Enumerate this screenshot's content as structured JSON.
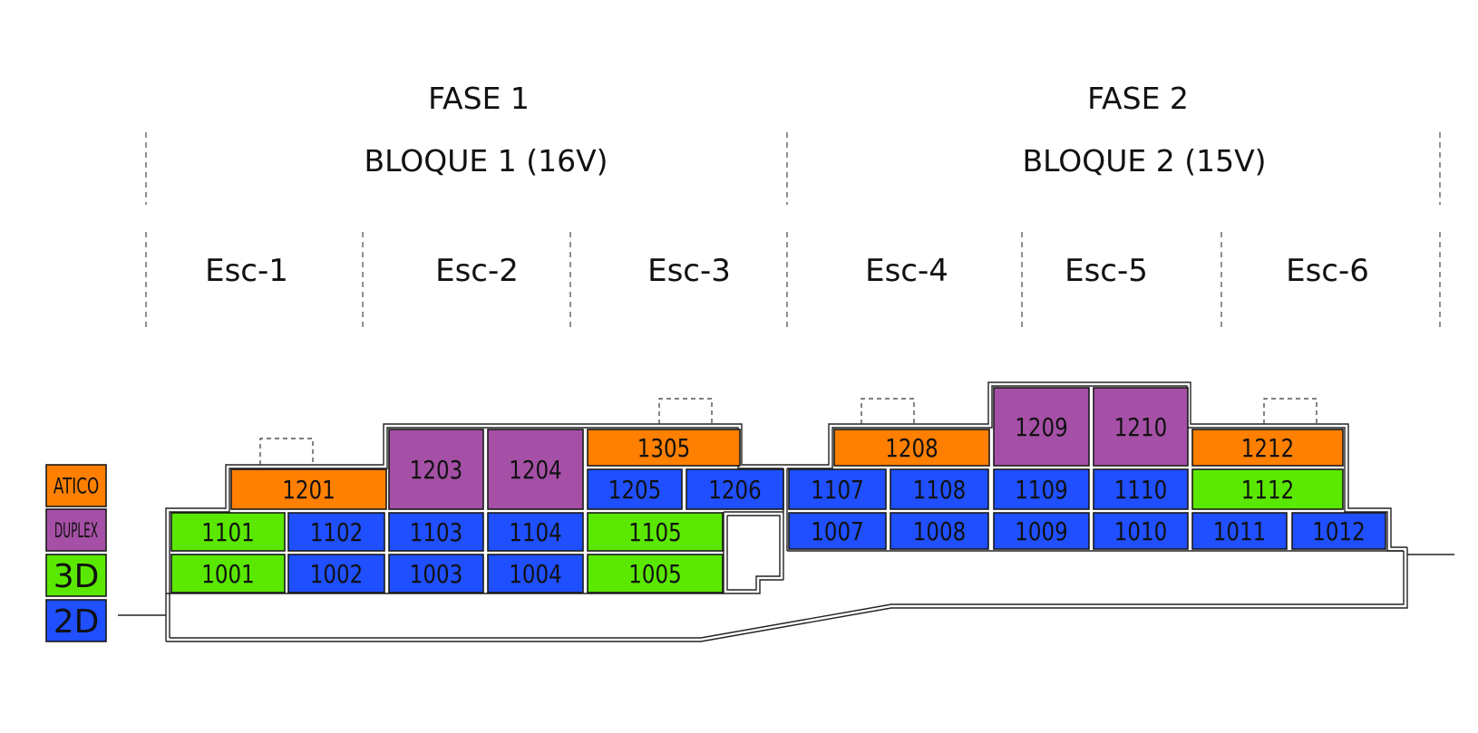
{
  "phases": [
    {
      "label": "FASE 1",
      "bloque": "BLOQUE 1 (16V)"
    },
    {
      "label": "FASE 2",
      "bloque": "BLOQUE 2 (15V)"
    }
  ],
  "escaleras": [
    "Esc-1",
    "Esc-2",
    "Esc-3",
    "Esc-4",
    "Esc-5",
    "Esc-6"
  ],
  "legend": [
    {
      "key": "atico",
      "label": "ATICO"
    },
    {
      "key": "duplex",
      "label": "DUPLEX"
    },
    {
      "key": "3d",
      "label": "3D"
    },
    {
      "key": "2d",
      "label": "2D"
    }
  ],
  "colors": {
    "atico": "#ff7f00",
    "duplex": "#a550a6",
    "3d": "#5ae800",
    "2d": "#1f4fff"
  },
  "units": [
    {
      "id": "1201",
      "type": "atico"
    },
    {
      "id": "1203",
      "type": "duplex"
    },
    {
      "id": "1204",
      "type": "duplex"
    },
    {
      "id": "1305",
      "type": "atico"
    },
    {
      "id": "1205",
      "type": "2d"
    },
    {
      "id": "1206",
      "type": "2d"
    },
    {
      "id": "1101",
      "type": "3d"
    },
    {
      "id": "1102",
      "type": "2d"
    },
    {
      "id": "1103",
      "type": "2d"
    },
    {
      "id": "1104",
      "type": "2d"
    },
    {
      "id": "1105",
      "type": "3d"
    },
    {
      "id": "1001",
      "type": "3d"
    },
    {
      "id": "1002",
      "type": "2d"
    },
    {
      "id": "1003",
      "type": "2d"
    },
    {
      "id": "1004",
      "type": "2d"
    },
    {
      "id": "1005",
      "type": "3d"
    },
    {
      "id": "1208",
      "type": "atico"
    },
    {
      "id": "1209",
      "type": "duplex"
    },
    {
      "id": "1210",
      "type": "duplex"
    },
    {
      "id": "1212",
      "type": "atico"
    },
    {
      "id": "1107",
      "type": "2d"
    },
    {
      "id": "1108",
      "type": "2d"
    },
    {
      "id": "1109",
      "type": "2d"
    },
    {
      "id": "1110",
      "type": "2d"
    },
    {
      "id": "1112",
      "type": "3d"
    },
    {
      "id": "1007",
      "type": "2d"
    },
    {
      "id": "1008",
      "type": "2d"
    },
    {
      "id": "1009",
      "type": "2d"
    },
    {
      "id": "1010",
      "type": "2d"
    },
    {
      "id": "1011",
      "type": "2d"
    },
    {
      "id": "1012",
      "type": "2d"
    }
  ]
}
